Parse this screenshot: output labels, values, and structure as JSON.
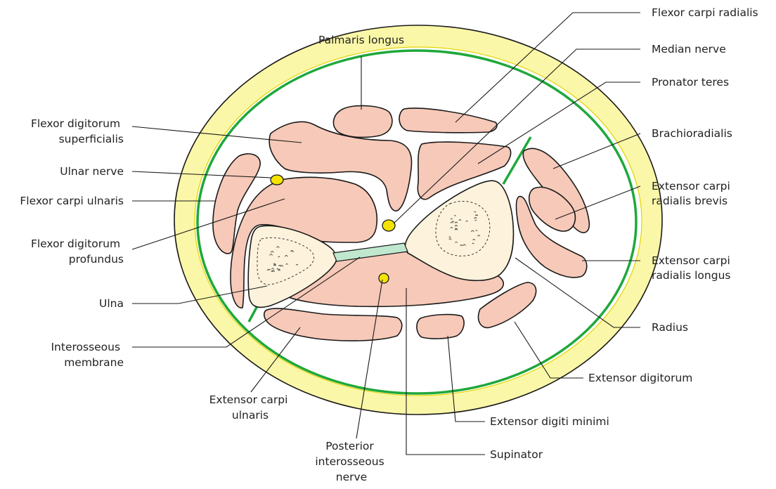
{
  "colors": {
    "skin_fill": "#fbf7a8",
    "skin_outline": "#e0d400",
    "deep_fascia": "#1fa83a",
    "compartment_fill": "#ffffff",
    "muscle_fill": "#f7c9b8",
    "bone_fill": "#fdf3dc",
    "interosseous_membrane": "#bfe8cf",
    "nerve_fill": "#f4e300"
  },
  "labels": {
    "flexor_carpi_radialis": [
      "Flexor carpi radialis"
    ],
    "median_nerve": [
      "Median nerve"
    ],
    "pronator_teres": [
      "Pronator teres"
    ],
    "brachioradialis": [
      "Brachioradialis"
    ],
    "extensor_carpi_radialis_brevis": [
      "Extensor carpi",
      "radialis brevis"
    ],
    "extensor_carpi_radialis_longus": [
      "Extensor carpi",
      "radialis longus"
    ],
    "radius": [
      "Radius"
    ],
    "extensor_digitorum": [
      "Extensor digitorum"
    ],
    "extensor_digiti_minimi": [
      "Extensor digiti minimi"
    ],
    "supinator": [
      "Supinator"
    ],
    "posterior_interosseous_nerve": [
      "Posterior",
      "interosseous",
      "nerve"
    ],
    "extensor_carpi_ulnaris": [
      "Extensor carpi",
      "ulnaris"
    ],
    "interosseous_membrane": [
      "Interosseous",
      "membrane"
    ],
    "ulna": [
      "Ulna"
    ],
    "flexor_digitorum_profundus": [
      "Flexor digitorum",
      "profundus"
    ],
    "flexor_carpi_ulnaris": [
      "Flexor carpi ulnaris"
    ],
    "ulnar_nerve": [
      "Ulnar nerve"
    ],
    "flexor_digitorum_superficialis": [
      "Flexor digitorum",
      "superficialis"
    ],
    "palmaris_longus": [
      "Palmaris longus"
    ]
  }
}
